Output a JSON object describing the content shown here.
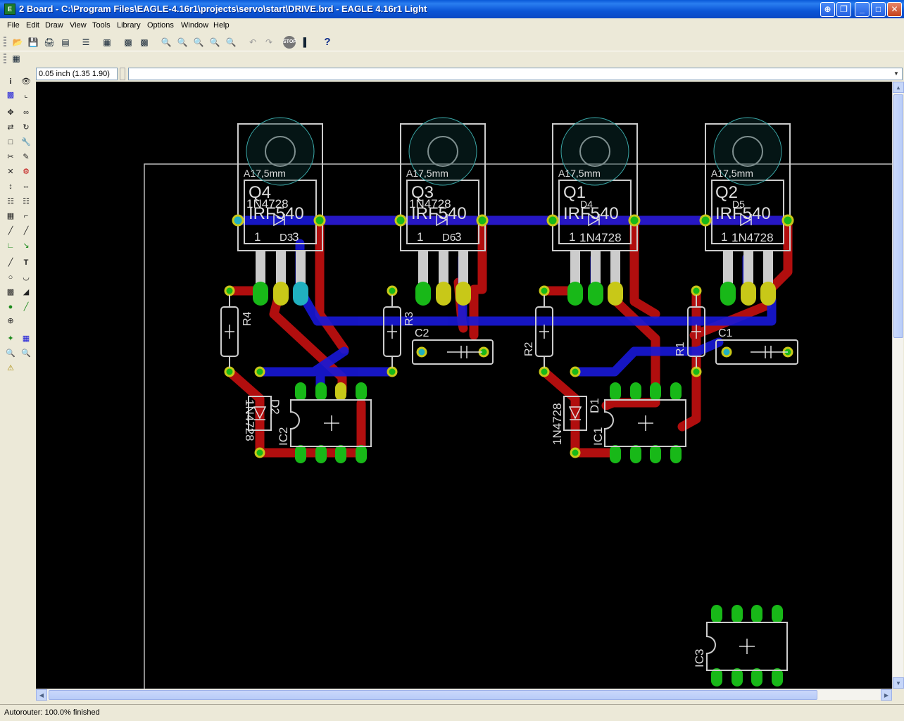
{
  "window": {
    "title": "2 Board - C:\\Program Files\\EAGLE-4.16r1\\projects\\servo\\start\\DRIVE.brd - EAGLE 4.16r1 Light",
    "controls": [
      "pin-icon",
      "restore-icon",
      "minimize-icon",
      "maximize-icon",
      "close-icon"
    ]
  },
  "menu": {
    "file": "File",
    "edit": "Edit",
    "draw": "Draw",
    "view": "View",
    "tools": "Tools",
    "library": "Library",
    "options": "Options",
    "window": "Window",
    "help": "Help"
  },
  "toolbar_icons": [
    "open-icon",
    "save-icon",
    "print-icon",
    "cam-icon",
    "use-library-icon",
    "script-icon",
    "run-ulp-icon",
    "zoom-fit-icon",
    "zoom-in-icon",
    "zoom-out-icon",
    "redraw-icon",
    "zoom-select-icon",
    "undo-icon",
    "redo-icon",
    "stop-icon",
    "go-icon",
    "help-icon"
  ],
  "coordinate_display": "0.05 inch (1.35 1.90)",
  "command_line": {
    "value": ""
  },
  "status": {
    "message": "Autorouter: 100.0% finished"
  },
  "colors": {
    "top_layer": "#c01010",
    "bottom_layer": "#1818d8",
    "pads": "#18b818",
    "vias": "#c8c818",
    "silkscreen": "#cccccc",
    "background": "#000000"
  },
  "board": {
    "parts": {
      "q4": {
        "name": "Q4",
        "value": "IRF540",
        "mount": "A17,5mm"
      },
      "q3": {
        "name": "Q3",
        "value": "IRF540",
        "mount": "A17,5mm"
      },
      "q1": {
        "name": "Q1",
        "value": "IRF540",
        "mount": "A17,5mm"
      },
      "q2": {
        "name": "Q2",
        "value": "IRF540",
        "mount": "A17,5mm"
      },
      "d3": {
        "name": "D3",
        "value": "1N4728"
      },
      "d6": {
        "name": "D6",
        "value": "1N4728"
      },
      "d4": {
        "name": "D4",
        "value": "1N4728"
      },
      "d5": {
        "name": "D5",
        "value": "1N4728"
      },
      "d2": {
        "name": "D2",
        "value": "1N4728"
      },
      "d1": {
        "name": "D1",
        "value": "1N4728"
      },
      "r4": "R4",
      "r3": "R3",
      "r2": "R2",
      "r1": "R1",
      "c2": "C2",
      "c1": "C1",
      "ic2": "IC2",
      "ic1": "IC1",
      "ic3": "IC3",
      "pin1": "1",
      "pin3": "3"
    }
  }
}
